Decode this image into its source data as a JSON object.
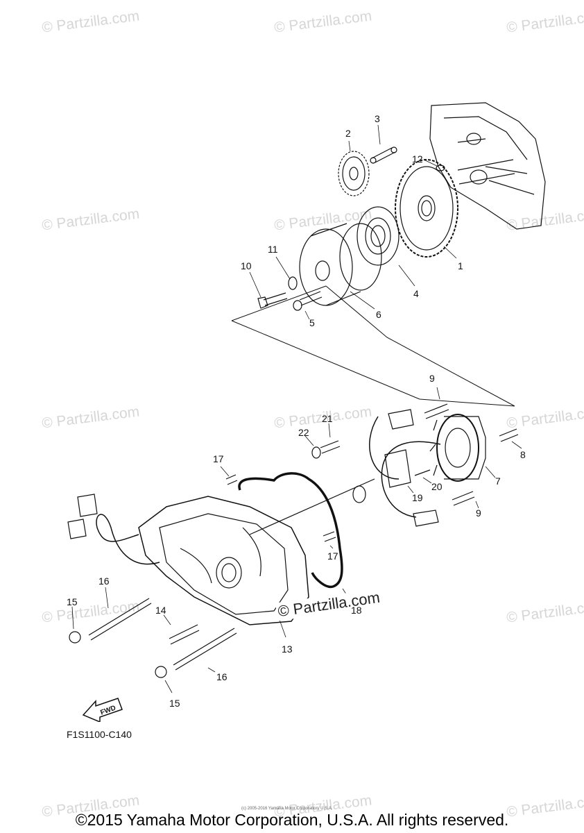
{
  "diagram": {
    "code": "F1S1100-C140",
    "fwd_label": "FWD",
    "callouts": [
      {
        "id": "c1",
        "label": "1"
      },
      {
        "id": "c2",
        "label": "2"
      },
      {
        "id": "c3",
        "label": "3"
      },
      {
        "id": "c4",
        "label": "4"
      },
      {
        "id": "c5",
        "label": "5"
      },
      {
        "id": "c6",
        "label": "6"
      },
      {
        "id": "c7",
        "label": "7"
      },
      {
        "id": "c8a",
        "label": "8"
      },
      {
        "id": "c9a",
        "label": "9"
      },
      {
        "id": "c9b",
        "label": "9"
      },
      {
        "id": "c10",
        "label": "10"
      },
      {
        "id": "c11",
        "label": "11"
      },
      {
        "id": "c12",
        "label": "12"
      },
      {
        "id": "c13",
        "label": "13"
      },
      {
        "id": "c14",
        "label": "14"
      },
      {
        "id": "c15a",
        "label": "15"
      },
      {
        "id": "c15b",
        "label": "15"
      },
      {
        "id": "c16a",
        "label": "16"
      },
      {
        "id": "c16b",
        "label": "16"
      },
      {
        "id": "c17a",
        "label": "17"
      },
      {
        "id": "c17b",
        "label": "17"
      },
      {
        "id": "c18",
        "label": "18"
      },
      {
        "id": "c19",
        "label": "19"
      },
      {
        "id": "c20",
        "label": "20"
      },
      {
        "id": "c21",
        "label": "21"
      },
      {
        "id": "c22",
        "label": "22"
      }
    ]
  },
  "watermark": {
    "text": "© Partzilla.com",
    "center_text": "© Partzilla.com"
  },
  "fine_print": "(c) 2005-2016 Yamaha Motor Corporation, U.S.A.",
  "footer": {
    "copyright": "©2015 Yamaha Motor Corporation, U.S.A. All rights reserved."
  }
}
